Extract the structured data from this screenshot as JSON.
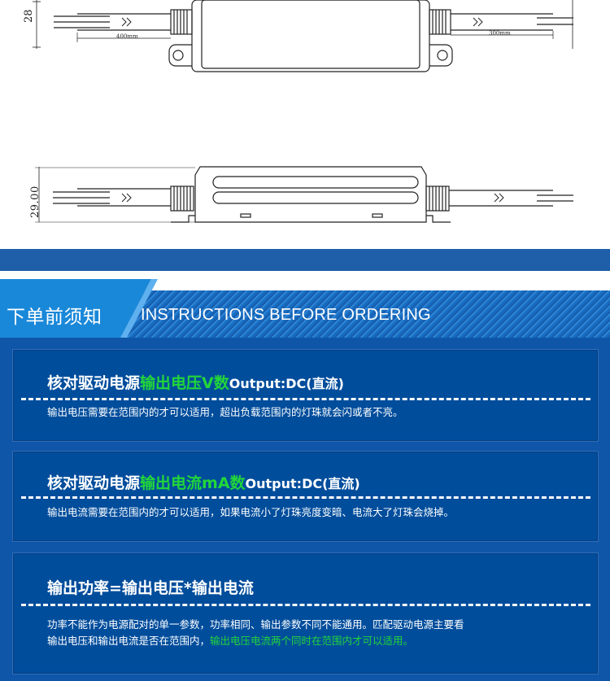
{
  "drawing": {
    "dim_width_top": "28",
    "dim_cable_left": "400mm",
    "dim_cable_right": "300mm",
    "dim_height_side": "29.00"
  },
  "banner": {
    "title_cn": "下单前须知",
    "title_en": "INSTRUCTIONS BEFORE ORDERING"
  },
  "cards": [
    {
      "title_pre": "核对驱动电源",
      "title_highlight": "输出电压V数",
      "title_post": "Output:DC(直流)",
      "description": "输出电压需要在范围内的才可以适用，超出负载范围内的灯珠就会闪或者不亮。"
    },
    {
      "title_pre": "核对驱动电源",
      "title_highlight": "输出电流mA数",
      "title_post": "Output:DC(直流)",
      "description": "输出电流需要在范围内的才可以适用，如果电流小了灯珠亮度变暗、电流大了灯珠会烧掉。"
    },
    {
      "title": "输出功率=输出电压*输出电流",
      "description_line1": "功率不能作为电源配对的单一参数，功率相同、输出参数不同不能通用。匹配驱动电源主要看",
      "description_line2_pre": "输出电压和输出电流是否在范围内，",
      "description_line2_highlight": "输出电压电流两个同时在范围内才可以适用。"
    }
  ],
  "colors": {
    "bar_blue": "#1f5ea8",
    "body_blue": "#0f56a8",
    "card_blue": "#004d9c",
    "highlight_green": "#22d63a"
  }
}
